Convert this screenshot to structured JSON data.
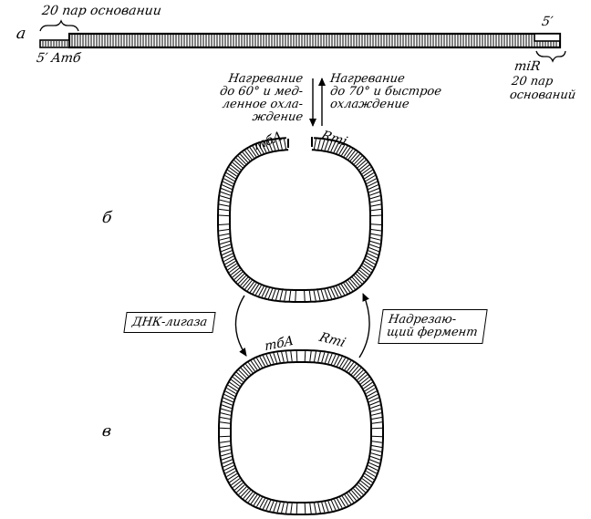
{
  "panels": {
    "a": "а",
    "b": "б",
    "c": "в"
  },
  "strand": {
    "top_left_label": "20 пар основании",
    "top_right_label": "5′",
    "bottom_left_label": "5′ Amб",
    "bottom_right_label": "miR",
    "bottom_right_sublabel": "20 пар оснований"
  },
  "steps": {
    "down": "Нагревание до 60° и медленное охлаждение",
    "down_lines": [
      "Нагревание",
      "до 60° и мед-",
      "ленное охла-",
      "ждение"
    ],
    "up": "Нагревание до 70° и быстрое охлаждение",
    "up_lines": [
      "Нагревание",
      "до 70° и быстрое",
      "охлаждение"
    ]
  },
  "ring_b": {
    "left_end_label": "mбA",
    "right_end_label": "Rmi"
  },
  "ring_c": {
    "left_label": "mбA",
    "right_label": "Rmi"
  },
  "enzymes": {
    "ligase": "ДНК-лигаза",
    "nicking_lines": [
      "Надрезаю-",
      "щий фермент"
    ]
  },
  "colors": {
    "ink": "#000000",
    "paper": "#ffffff"
  }
}
